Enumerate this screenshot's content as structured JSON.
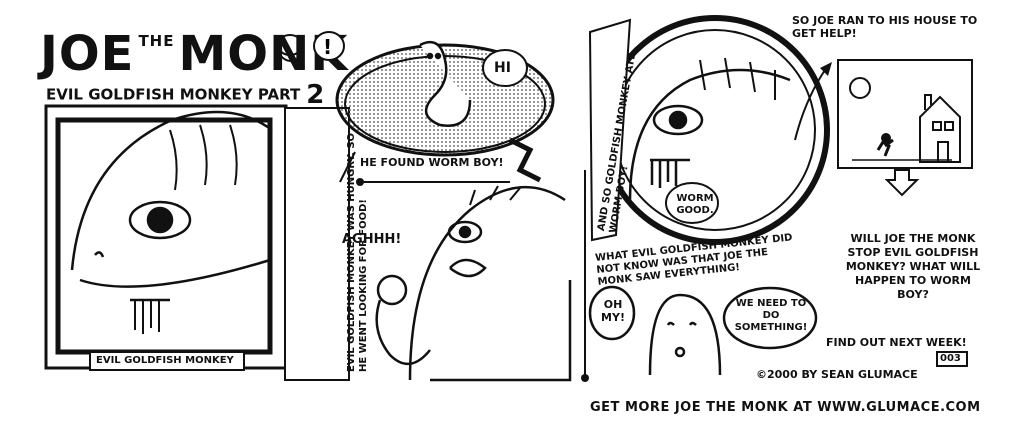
{
  "title": {
    "joe": "JOE",
    "the": "THE",
    "monk": "MONK"
  },
  "subtitle": {
    "text": "EVIL GOLDFISH MONKEY PART",
    "part": "2"
  },
  "panel1": {
    "label": "EVIL GOLDFISH MONKEY",
    "caption": "EVIL GOLDFISH MONKEY WAS HUNGRY. SO HE WENT LOOKING FOR FOOD!"
  },
  "panel2": {
    "worm_speech": "HI",
    "caption": "HE FOUND WORM BOY!",
    "scream": "AGHHH!"
  },
  "panel3": {
    "side_caption": "AND SO GOLDFISH MONKEY ATE WORM BOY!",
    "speech": "WORM GOOD.",
    "caption": "WHAT EVIL GOLDFISH MONKEY DID NOT KNOW WAS THAT JOE THE MONK SAW EVERYTHING!",
    "worm_speech": "OH MY!",
    "joe_speech": "WE NEED TO DO SOMETHING!"
  },
  "panel4": {
    "caption": "SO JOE RAN TO HIS HOUSE TO GET HELP!",
    "question": "WILL JOE THE MONK STOP EVIL GOLDFISH MONKEY? WHAT WILL HAPPEN TO WORM BOY?",
    "find_out": "FIND OUT NEXT WEEK!",
    "number": "003"
  },
  "copyright": "©2000 BY SEAN GLUMACE",
  "footer": "GET MORE JOE THE MONK AT WWW.GLUMACE.COM"
}
